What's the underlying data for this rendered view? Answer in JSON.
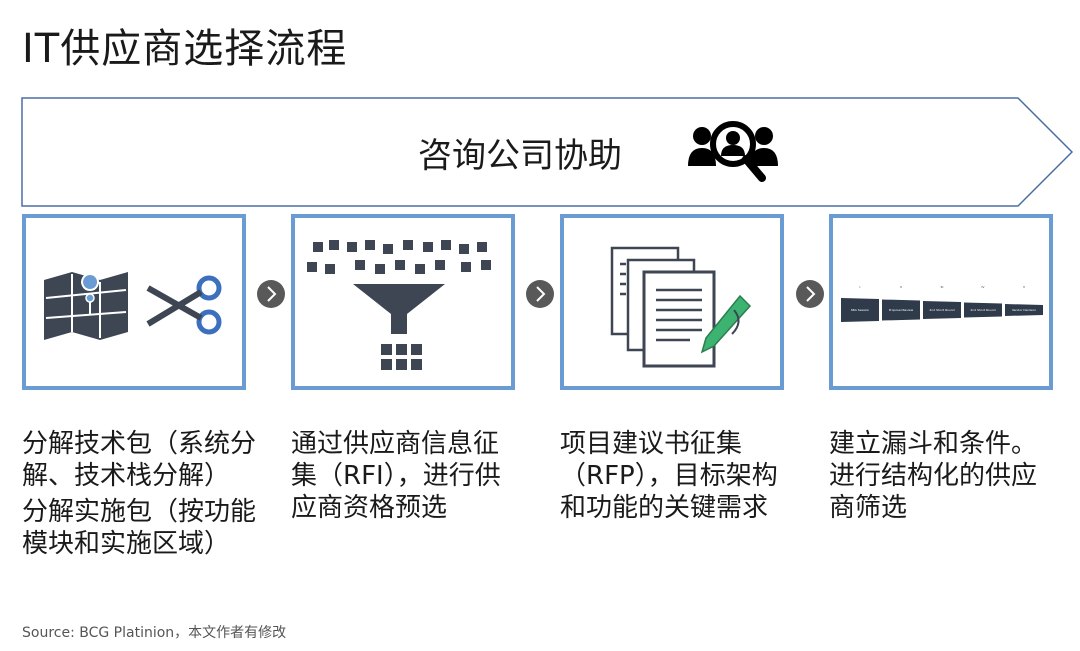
{
  "title": "IT供应商选择流程",
  "banner": {
    "label": "咨询公司协助",
    "icon": "people-search-icon"
  },
  "colors": {
    "box_border": "#6a9bd3",
    "icon_dark": "#3d4652",
    "arrow_circle": "#595959",
    "pen": "#3cb371"
  },
  "steps": [
    {
      "icon": "map-scissors-icon",
      "caption_1": "分解技术包（系统分解、技术栈分解）",
      "caption_2": "分解实施包（按功能模块和实施区域）"
    },
    {
      "icon": "funnel-filter-icon",
      "caption_1": "通过供应商信息征集（RFI），进行供应商资格预选"
    },
    {
      "icon": "document-pen-icon",
      "caption_1": "项目建议书征集（RFP），目标架构和功能的关键需求"
    },
    {
      "icon": "process-stages-icon",
      "caption_1": "建立漏斗和条件。进行结构化的供应商筛选",
      "stages": [
        {
          "num": "I",
          "label": "SBA Session"
        },
        {
          "num": "II",
          "label": "Proposal Review"
        },
        {
          "num": "III",
          "label": "2nd Short Round"
        },
        {
          "num": "IV",
          "label": "2nd Short Round"
        },
        {
          "num": "V",
          "label": "Vendor Decision"
        }
      ]
    }
  ],
  "next_icon": "chevron-right-icon",
  "source": "Source: BCG Platinion，本文作者有修改"
}
